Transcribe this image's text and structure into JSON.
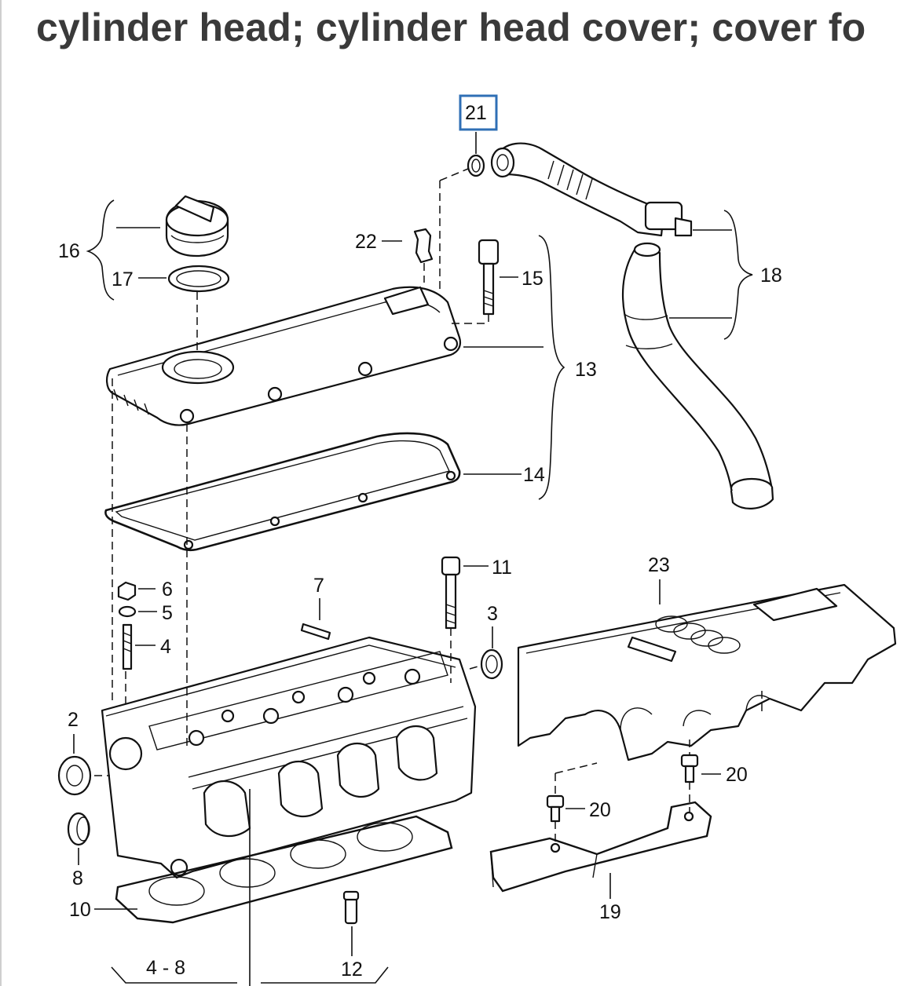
{
  "title": "cylinder head; cylinder head cover; cover fo",
  "highlight_color": "#2f6fb5",
  "callouts": {
    "c1": "2",
    "c2": "3",
    "c3": "4",
    "c4": "5",
    "c5": "6",
    "c6": "7",
    "c7": "8",
    "c8": "10",
    "c9": "11",
    "c10": "12",
    "c11": "13",
    "c12": "14",
    "c13": "15",
    "c14": "16",
    "c15": "17",
    "c16": "18",
    "c17": "19",
    "c18": "20",
    "c19": "20",
    "c20": "21",
    "c21": "22",
    "c22": "23",
    "c23": "4 - 8"
  }
}
